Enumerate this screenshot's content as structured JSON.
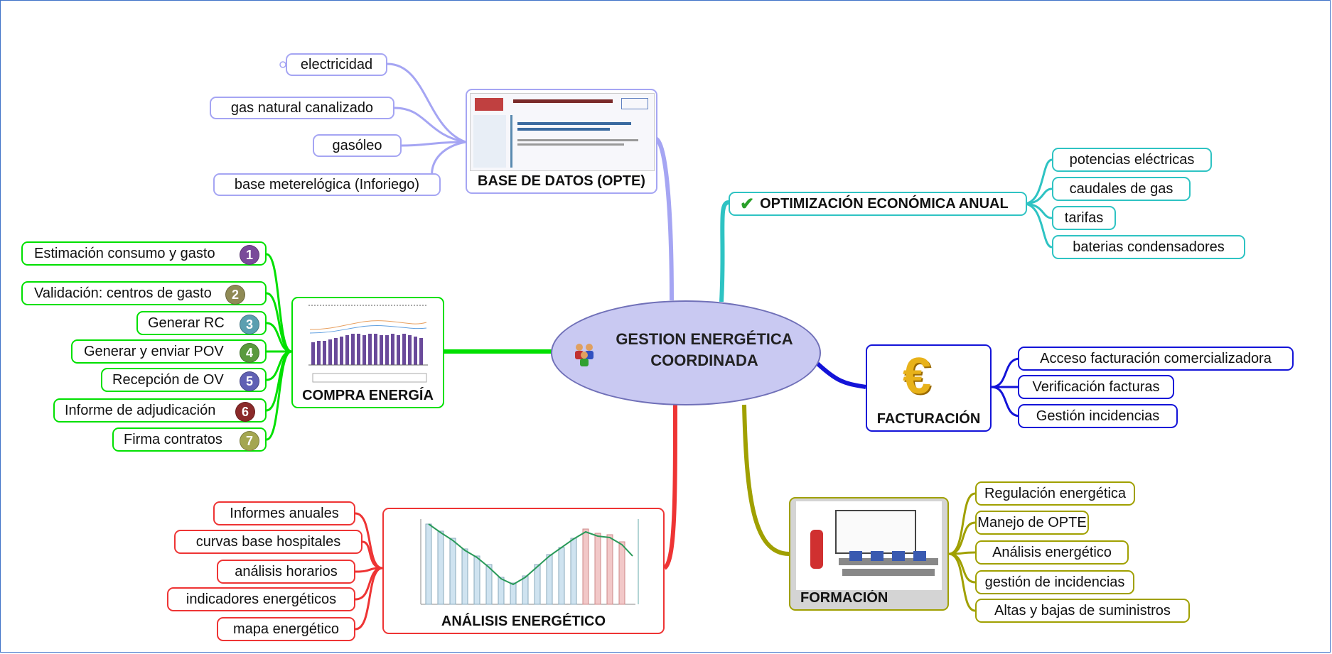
{
  "center": {
    "title_line1": "GESTION ENERGÉTICA",
    "title_line2": "COORDINADA"
  },
  "colors": {
    "base_datos": "#a5a5f3",
    "optimizacion": "#2ec3c3",
    "facturacion": "#1313d8",
    "formacion": "#a0a000",
    "analisis": "#ee3434",
    "compra": "#00e000"
  },
  "base_datos": {
    "label": "BASE DE DATOS (OPTE)",
    "items": [
      "electricidad",
      "gas natural canalizado",
      "gasóleo",
      "base meterelógica (Inforiego)"
    ]
  },
  "optimizacion": {
    "label": "OPTIMIZACIÓN ECONÓMICA ANUAL",
    "icon": "check-icon",
    "items": [
      "potencias eléctricas",
      "caudales de gas",
      "tarifas",
      "baterias condensadores"
    ]
  },
  "facturacion": {
    "label": "FACTURACIÓN",
    "icon_symbol": "€",
    "items": [
      "Acceso facturación comercializadora",
      "Verificación facturas",
      "Gestión incidencias"
    ]
  },
  "formacion": {
    "label": "FORMACIÓN",
    "items": [
      "Regulación energética",
      "Manejo de OPTE",
      "Análisis energético",
      "gestión de incidencias",
      "Altas y bajas de suministros"
    ]
  },
  "analisis": {
    "label": "ANÁLISIS ENERGÉTICO",
    "items": [
      "Informes anuales",
      "curvas base hospitales",
      "análisis horarios",
      "indicadores energéticos",
      "mapa energético"
    ]
  },
  "compra": {
    "label": "COMPRA ENERGÍA",
    "items": [
      {
        "label": "Estimación consumo y gasto",
        "number": "1",
        "color": "#7a4a9a"
      },
      {
        "label": "Validación: centros de gasto",
        "number": "2",
        "color": "#8f8a55"
      },
      {
        "label": "Generar RC",
        "number": "3",
        "color": "#5b9fb0"
      },
      {
        "label": "Generar y enviar POV",
        "number": "4",
        "color": "#5a9a3e"
      },
      {
        "label": "Recepción de OV",
        "number": "5",
        "color": "#6060b4"
      },
      {
        "label": "Informe de adjudicación",
        "number": "6",
        "color": "#8b2a2a"
      },
      {
        "label": "Firma contratos",
        "number": "7",
        "color": "#a4a650"
      }
    ]
  }
}
